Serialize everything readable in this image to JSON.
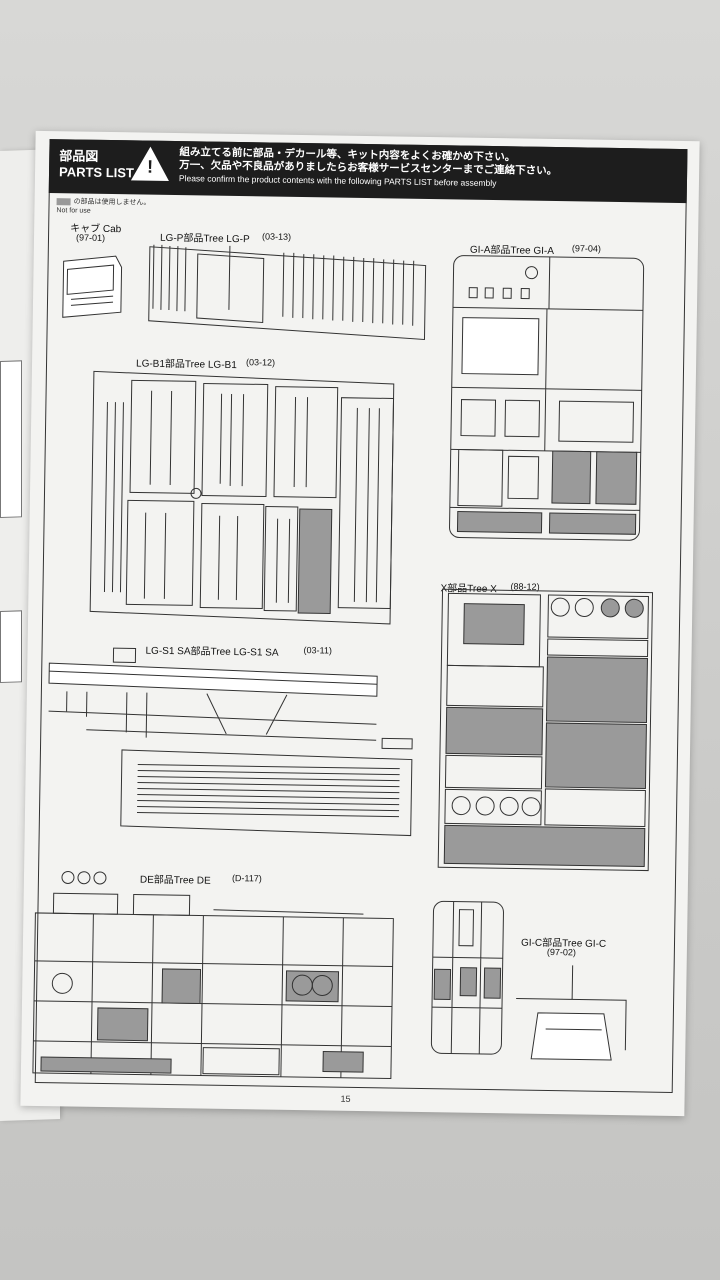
{
  "header": {
    "label_jp": "部品図",
    "label_en": "PARTS LIST",
    "notice_line1": "組み立てる前に部品・デカール等、キット内容をよくお確かめ下さい。",
    "notice_line2": "万一、欠品や不良品がありましたらお客様サービスセンターまでご連絡下さい。",
    "notice_line3": "Please confirm the product contents with the following PARTS LIST before assembly",
    "warning_icon": "warning-triangle-icon"
  },
  "legend": {
    "not_used_jp": "の部品は使用しません。",
    "not_used_en": "Not for use"
  },
  "trees": {
    "cab": {
      "label": "キャブ Cab",
      "code": "(97-01)"
    },
    "lg_p": {
      "label": "LG-P部品Tree LG-P",
      "code": "(03-13)"
    },
    "gi_a": {
      "label": "GI-A部品Tree GI-A",
      "code": "(97-04)"
    },
    "lg_b1": {
      "label": "LG-B1部品Tree LG-B1",
      "code": "(03-12)"
    },
    "x": {
      "label": "X部品Tree X",
      "code": "(88-12)"
    },
    "lg_s1": {
      "label": "LG-S1 SA部品Tree LG-S1 SA",
      "code": "(03-11)"
    },
    "de": {
      "label": "DE部品Tree DE",
      "code": "(D-117)"
    },
    "gi_c": {
      "label": "GI-C部品Tree GI-C",
      "code": "(97-02)"
    }
  },
  "page_number": "15",
  "colors": {
    "header": "#1d1d1d",
    "paper": "#f3f3f1",
    "unused_parts": "#9a9a9a",
    "desk": "#cfcfcd"
  }
}
